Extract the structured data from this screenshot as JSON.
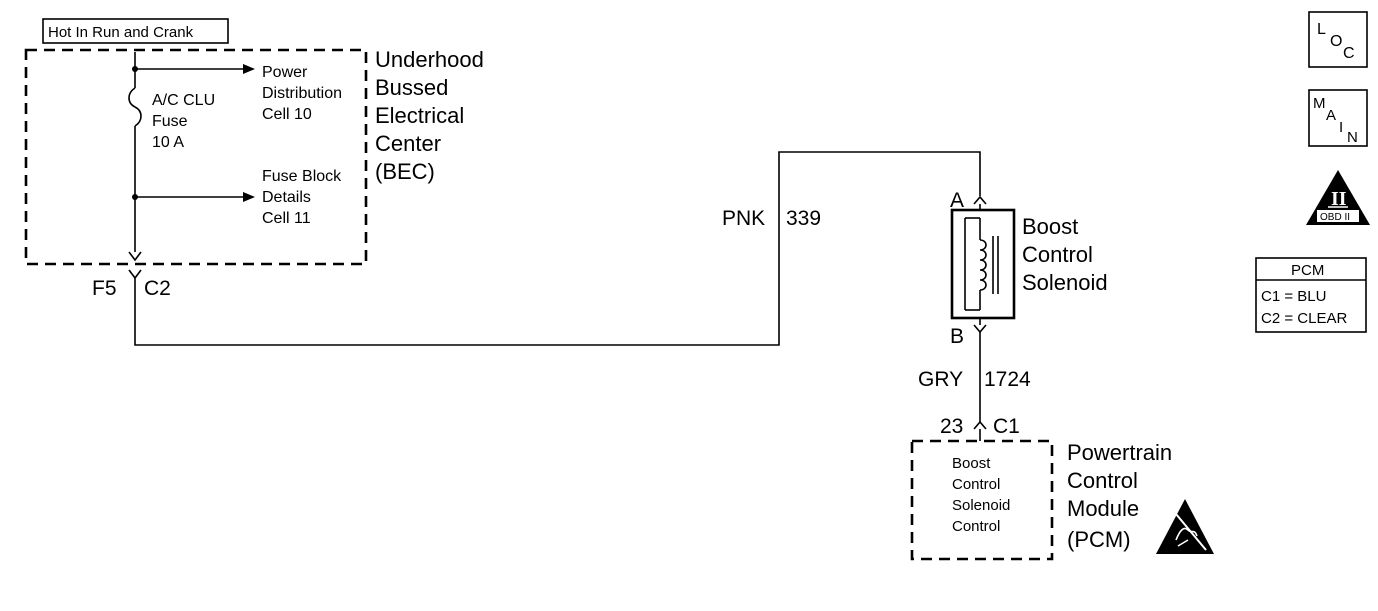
{
  "header_label": "Hot In Run and Crank",
  "bec": {
    "title_lines": [
      "Underhood",
      "Bussed",
      "Electrical",
      "Center",
      "(BEC)"
    ],
    "fuse_lines": [
      "A/C CLU",
      "Fuse",
      "10 A"
    ],
    "power_dist_lines": [
      "Power",
      "Distribution",
      "Cell 10"
    ],
    "fuse_block_lines": [
      "Fuse Block",
      "Details",
      "Cell 11"
    ],
    "connector_pin": "F5",
    "connector_id": "C2"
  },
  "wire_1": {
    "color": "PNK",
    "circuit": "339"
  },
  "wire_2": {
    "color": "GRY",
    "circuit": "1724"
  },
  "solenoid": {
    "pin_a": "A",
    "pin_b": "B",
    "title_lines": [
      "Boost",
      "Control",
      "Solenoid"
    ]
  },
  "pcm": {
    "connector_pin": "23",
    "connector_id": "C1",
    "inner_lines": [
      "Boost",
      "Control",
      "Solenoid",
      "Control"
    ],
    "title_lines": [
      "Powertrain",
      "Control",
      "Module",
      "(PCM)"
    ]
  },
  "legend": {
    "title": "PCM",
    "rows": [
      "C1 = BLU",
      "C2 = CLEAR"
    ]
  },
  "icons": {
    "loc": [
      "L",
      "O",
      "C"
    ],
    "main": [
      "M",
      "A",
      "I",
      "N"
    ],
    "obd_numeral": "II",
    "obd_label": "OBD II"
  }
}
